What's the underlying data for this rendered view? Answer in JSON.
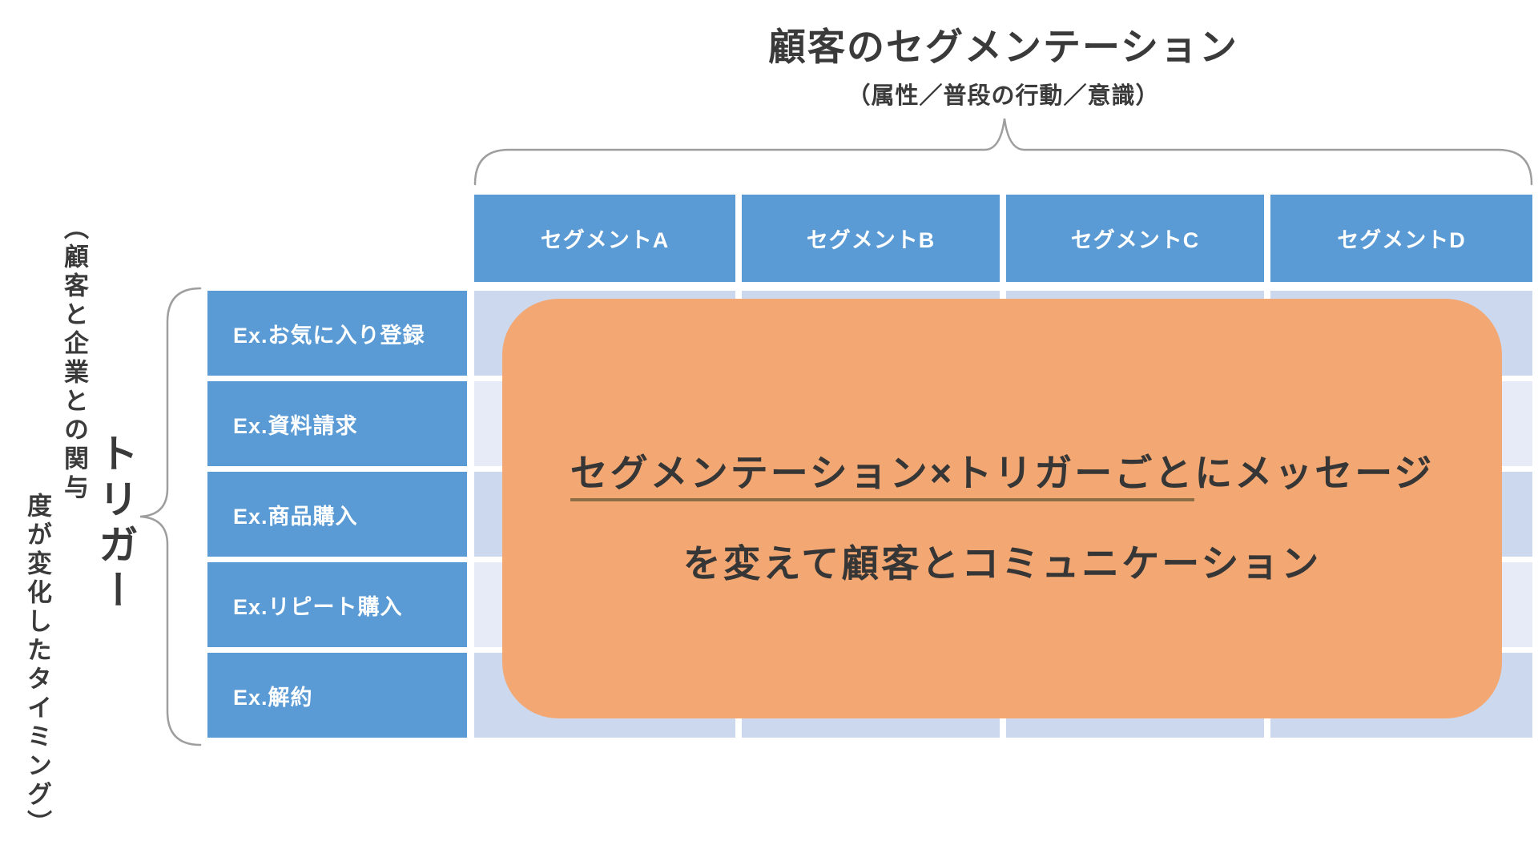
{
  "title": {
    "main": "顧客のセグメンテーション",
    "subtitle": "（属性／普段の行動／意識）"
  },
  "left_note": {
    "lines": [
      "（顧客と企業との関与",
      "度が変化したタイミング）"
    ]
  },
  "trigger_axis_label": "トリガー",
  "matrix": {
    "columns": [
      "セグメントA",
      "セグメントB",
      "セグメントC",
      "セグメントD"
    ],
    "rows": [
      "Ex.お気に入り登録",
      "Ex.資料請求",
      "Ex.商品購入",
      "Ex.リピート購入",
      "Ex.解約"
    ]
  },
  "callout": {
    "line1_underlined": "セグメンテーション×トリガーごと",
    "line1_rest": "にメッセージ",
    "line2": "を変えて顧客とコミュニケーション"
  },
  "colors": {
    "header_blue": "#5b9bd5",
    "cell_blue": "#cbd8ee",
    "cell_blue_light": "#e6ebf7",
    "callout_orange": "#f3a873",
    "underline_brown": "#8d6e45",
    "text_dark": "#3a3a3a",
    "brace_gray": "#9e9e9e"
  }
}
